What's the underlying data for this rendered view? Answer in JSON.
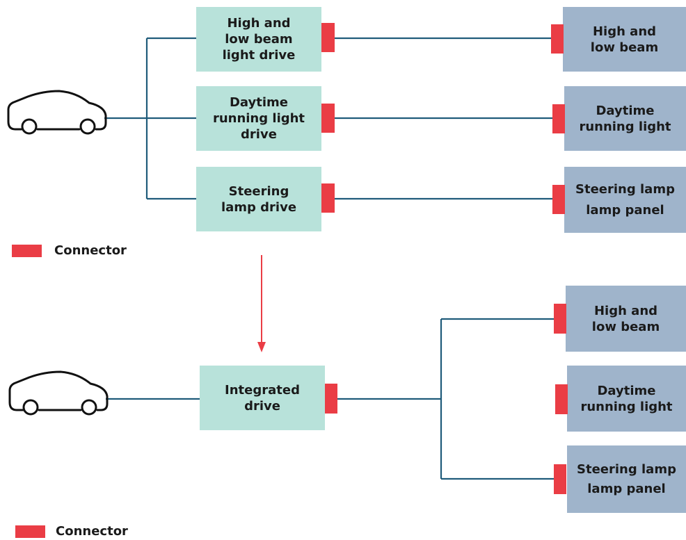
{
  "colors": {
    "drive_fill": "#b8e2da",
    "lamp_fill": "#9fb4cb",
    "connector": "#ea3d45",
    "line": "#1f5b7a"
  },
  "top": {
    "drives": [
      "High and\nlow beam\nlight drive",
      "Daytime\nrunning light\ndrive",
      "Steering\nlamp drive"
    ],
    "lamps": [
      "High and\nlow beam",
      "Daytime\nrunning light",
      "Steering lamp\nlamp panel"
    ],
    "legend": "Connector"
  },
  "bottom": {
    "drive": "Integrated\ndrive",
    "lamps": [
      "High and\nlow beam",
      "Daytime\nrunning light",
      "Steering lamp\nlamp panel"
    ],
    "legend": "Connector"
  },
  "icons": [
    "car-icon",
    "car-icon",
    "down-arrow-icon"
  ]
}
